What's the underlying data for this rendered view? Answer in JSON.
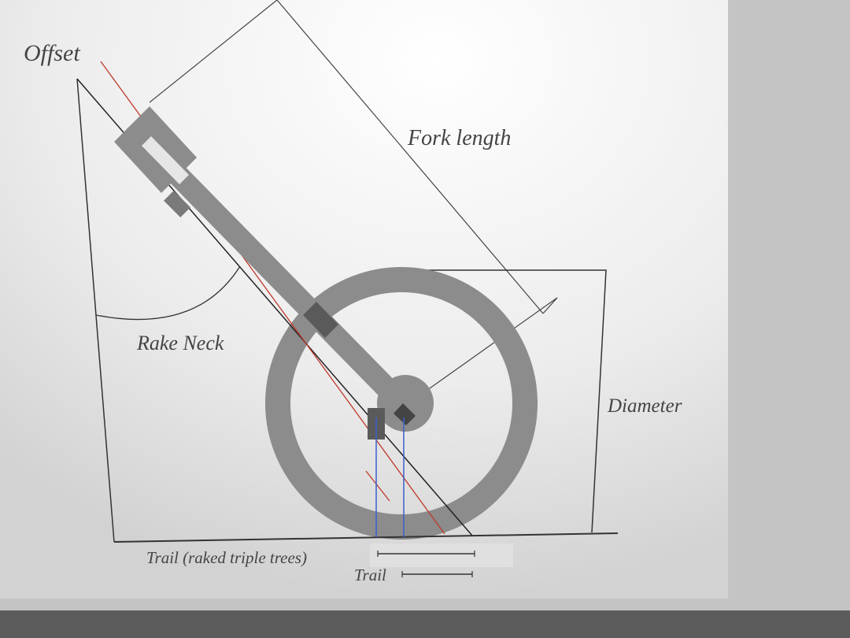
{
  "labels": {
    "offset": "Offset",
    "fork_length": "Fork length",
    "rake_neck": "Rake Neck",
    "diameter": "Diameter",
    "trail_raked": "Trail (raked triple trees)",
    "trail": "Trail"
  },
  "colors": {
    "part_gray": "#8c8c8c",
    "dark_gray": "#5a5a5a",
    "offset_line": "#c0392b",
    "trail_line": "#3a5fcf",
    "line": "#333333"
  }
}
